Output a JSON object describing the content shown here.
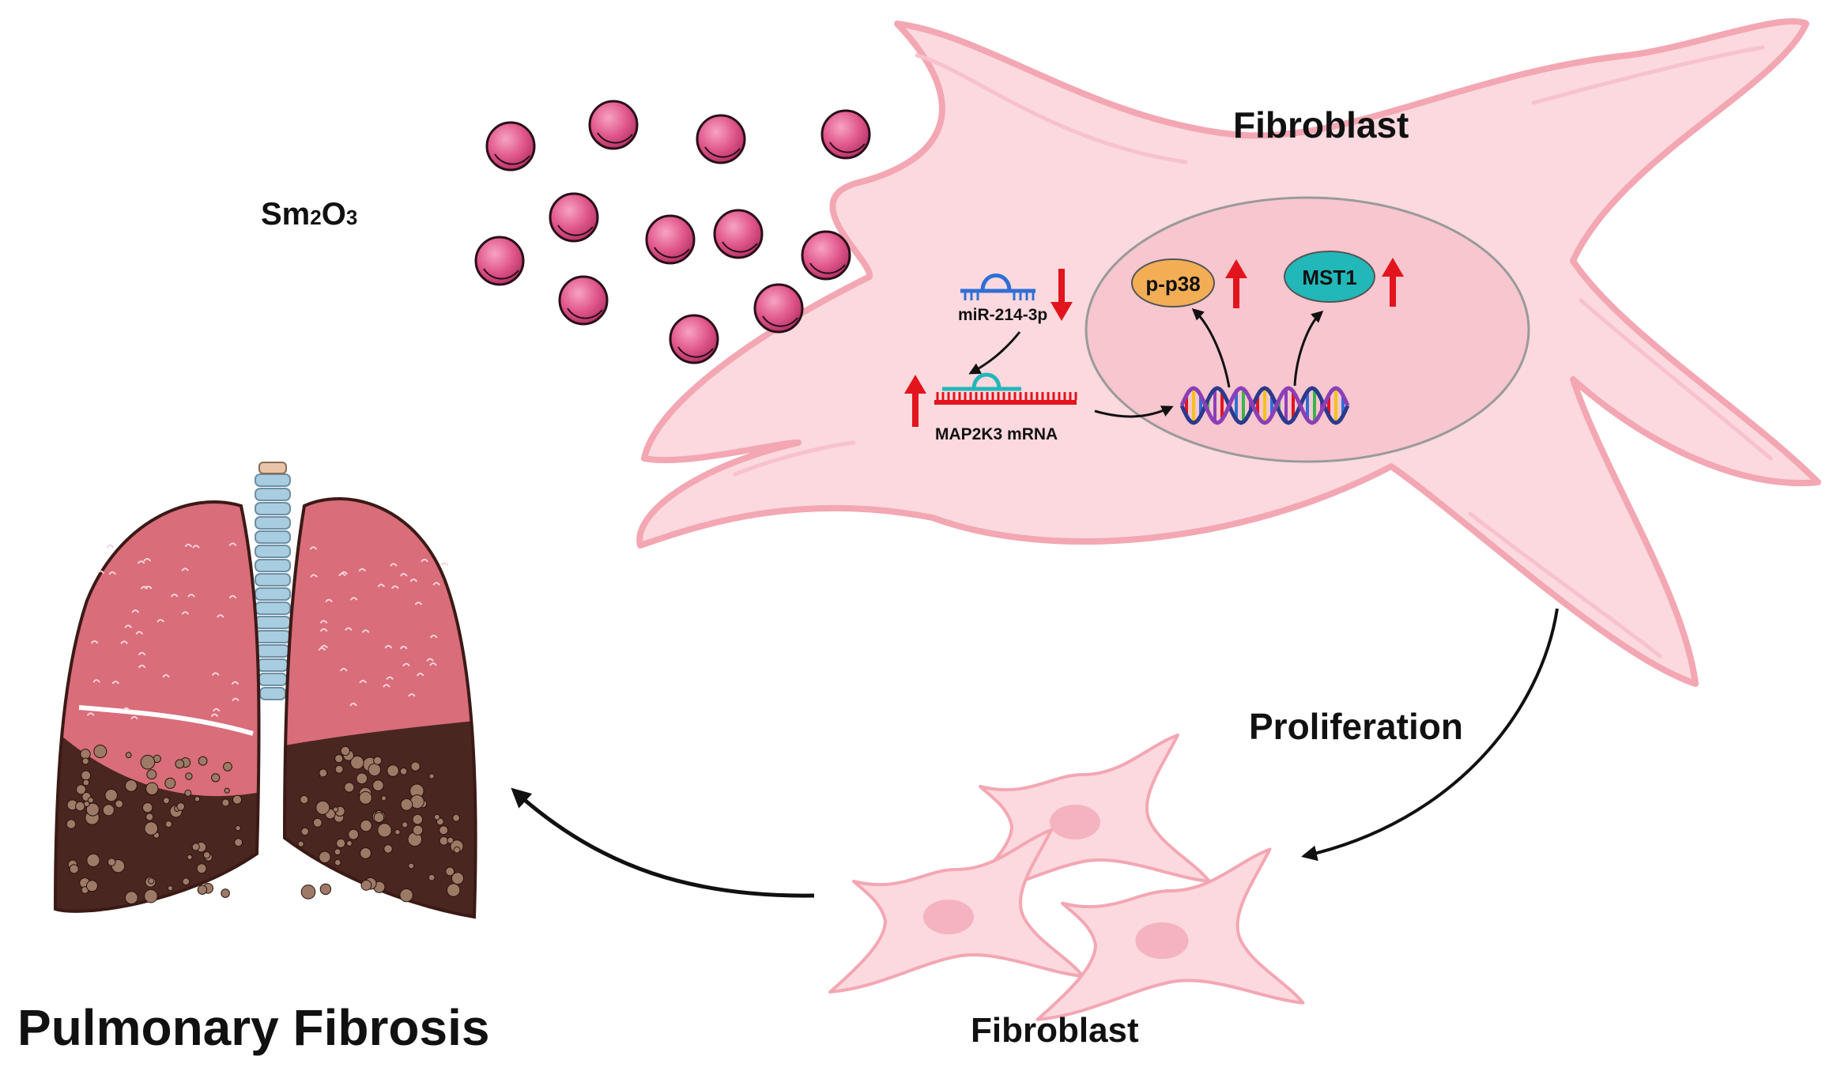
{
  "labels": {
    "compound_prefix": "Sm",
    "compound_sub1": "2",
    "compound_mid": "O",
    "compound_sub2": "3",
    "fibroblast_top": "Fibroblast",
    "mirna": "miR-214-3p",
    "mrna": "MAP2K3 mRNA",
    "protein1": "p-p38",
    "protein2": "MST1",
    "proliferation": "Proliferation",
    "fibroblast_bottom": "Fibroblast",
    "disease": "Pulmonary Fibrosis"
  },
  "colors": {
    "cell_fill": "#fbd9de",
    "cell_stroke": "#f3a7b3",
    "nucleus_fill": "#f7c6cf",
    "particle": "#e0578c",
    "up_down_arrow": "#e2141d",
    "protein1_fill": "#f3ae55",
    "protein2_fill": "#22b7b9",
    "lung_upper": "#d96d7a",
    "lung_lower": "#4a2620",
    "trachea": "#a9cde0"
  },
  "icons": {
    "particles": "nanoparticle-icon",
    "dna": "dna-helix-icon",
    "mirna": "mirna-hairpin-icon",
    "lungs": "lungs-icon"
  },
  "indicators": {
    "mirna": "down",
    "mrna": "up",
    "protein1": "up",
    "protein2": "up"
  }
}
